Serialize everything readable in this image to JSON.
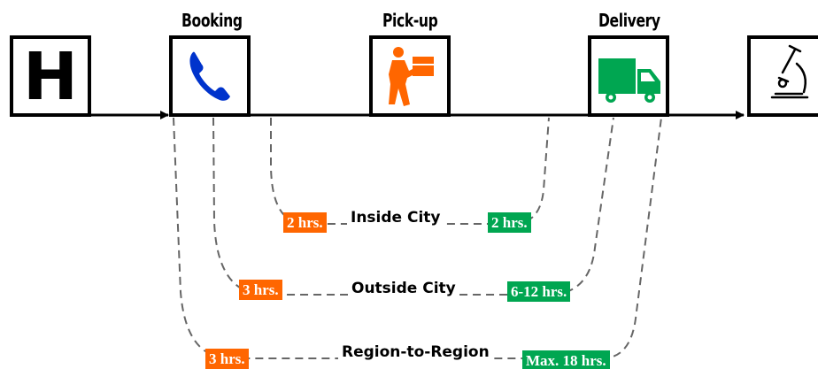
{
  "colors": {
    "orange": "#FF6600",
    "green": "#00A651",
    "phone_blue": "#0033CC",
    "dash_gray": "#666666",
    "line": "#000000"
  },
  "stages": [
    {
      "id": "hospital",
      "label": "",
      "icon": "hospital-h-icon"
    },
    {
      "id": "booking",
      "label": "Booking",
      "icon": "phone-icon"
    },
    {
      "id": "pickup",
      "label": "Pick-up",
      "icon": "person-carrying-box-icon"
    },
    {
      "id": "delivery",
      "label": "Delivery",
      "icon": "delivery-truck-icon"
    },
    {
      "id": "lab",
      "label": "",
      "icon": "microscope-icon"
    }
  ],
  "hospital_letter": "H",
  "routes": [
    {
      "label": "Inside City",
      "pickup_time": "2 hrs.",
      "delivery_time": "2 hrs."
    },
    {
      "label": "Outside City",
      "pickup_time": "3 hrs.",
      "delivery_time": "6-12 hrs."
    },
    {
      "label": "Region-to-Region",
      "pickup_time": "3 hrs.",
      "delivery_time": "Max. 18 hrs."
    }
  ]
}
